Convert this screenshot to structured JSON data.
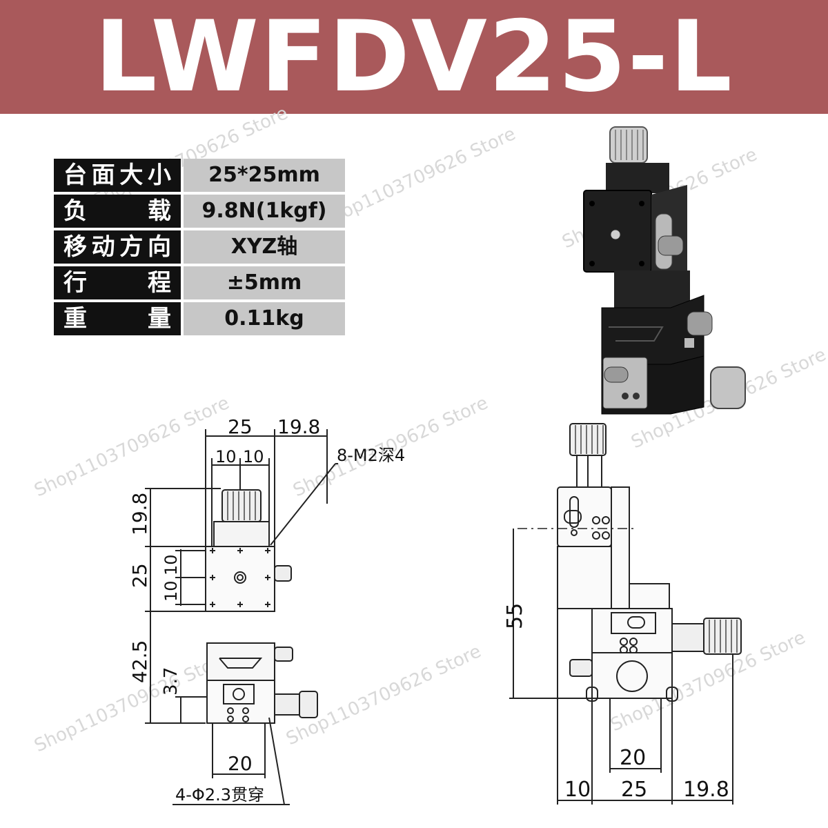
{
  "title": "LWFDV25-L",
  "specs": [
    {
      "label": "台面大小",
      "value": "25*25mm"
    },
    {
      "label": "负载",
      "value": "9.8N(1kgf)"
    },
    {
      "label": "移动方向",
      "value": "XYZ轴"
    },
    {
      "label": "行程",
      "value": "±5mm"
    },
    {
      "label": "重量",
      "value": "0.11kg"
    }
  ],
  "watermark": "Shop1103709626 Store",
  "front_view": {
    "dim_top_width": "25",
    "dim_top_right": "19.8",
    "dim_hole_1": "10",
    "dim_hole_2": "10",
    "dim_left_top": "19.8",
    "dim_left_mid": "25",
    "dim_left_hole_1": "10",
    "dim_left_hole_2": "10",
    "dim_left_lower": "42.5",
    "dim_left_bottom": "3.7",
    "dim_bottom": "20",
    "callout_thread": "8-M2深4",
    "callout_hole": "4-Φ2.3贯穿"
  },
  "side_view": {
    "dim_height": "55",
    "dim_bottom_inner": "20",
    "dim_bottom_left": "10",
    "dim_bottom_mid": "25",
    "dim_bottom_right": "19.8"
  }
}
